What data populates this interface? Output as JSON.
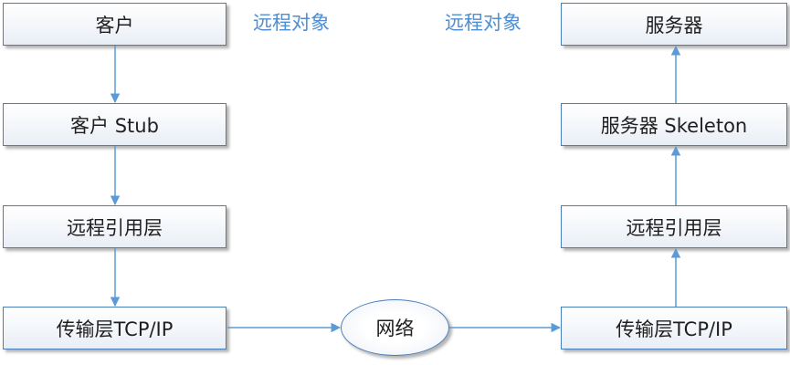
{
  "left_column": {
    "client": "客户",
    "client_stub": "客户 Stub",
    "remote_ref_layer": "远程引用层",
    "transport_layer": "传输层TCP/IP"
  },
  "right_column": {
    "server": "服务器",
    "server_skeleton": "服务器 Skeleton",
    "remote_ref_layer": "远程引用层",
    "transport_layer": "传输层TCP/IP"
  },
  "labels": {
    "remote_object_left": "远程对象",
    "remote_object_right": "远程对象"
  },
  "network": "网络",
  "colors": {
    "border": "#4a7ebb",
    "arrow": "#5b9bd5",
    "label_text": "#4f8ed0"
  }
}
